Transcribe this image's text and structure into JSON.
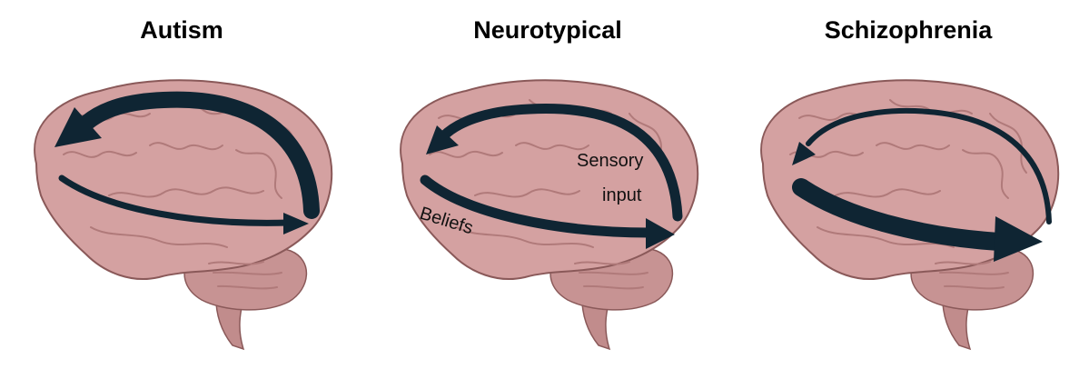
{
  "colors": {
    "brain_fill": "#d4a1a1",
    "brain_stroke": "#8a5959",
    "gyri": "#b07a7a",
    "cerebellum_fill": "#c79393",
    "stem_fill": "#c18c8c",
    "arrow": "#0f2533",
    "background": "#ffffff"
  },
  "panels": [
    {
      "title": "Autism",
      "icon": "brain-icon",
      "top_arrow": {
        "direction": "back-to-front",
        "thickness": "thick"
      },
      "bottom_arrow": {
        "direction": "front-to-back",
        "thickness": "thin"
      }
    },
    {
      "title": "Neurotypical",
      "icon": "brain-icon",
      "top_arrow": {
        "direction": "back-to-front",
        "thickness": "medium"
      },
      "bottom_arrow": {
        "direction": "front-to-back",
        "thickness": "medium"
      },
      "labels": {
        "sensory_line1": "Sensory",
        "sensory_line2": "input",
        "beliefs": "Beliefs"
      }
    },
    {
      "title": "Schizophrenia",
      "icon": "brain-icon",
      "top_arrow": {
        "direction": "back-to-front",
        "thickness": "thin"
      },
      "bottom_arrow": {
        "direction": "front-to-back",
        "thickness": "thick"
      }
    }
  ]
}
